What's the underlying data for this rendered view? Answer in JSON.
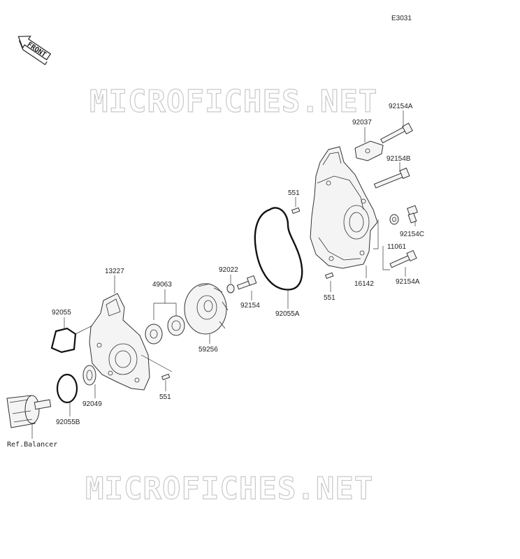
{
  "diagram_code": "E3031",
  "front_label": "FRONT",
  "watermark": "MICROFICHES.NET",
  "ref_label": "Ref.Balancer",
  "colors": {
    "line": "#333333",
    "watermark": "#c9c9c9",
    "gasket": "#111111"
  },
  "parts": {
    "p92154A_top": "92154A",
    "p92037": "92037",
    "p92154B": "92154B",
    "p551_top": "551",
    "p92154C": "92154C",
    "p11061": "11061",
    "p92154A_bot": "92154A",
    "p16142": "16142",
    "p551_mid": "551",
    "p92022": "92022",
    "p92154": "92154",
    "p92055A": "92055A",
    "p13227": "13227",
    "p49063": "49063",
    "p92055": "92055",
    "p59256": "59256",
    "p92049": "92049",
    "p92055B": "92055B",
    "p551_bot": "551"
  }
}
